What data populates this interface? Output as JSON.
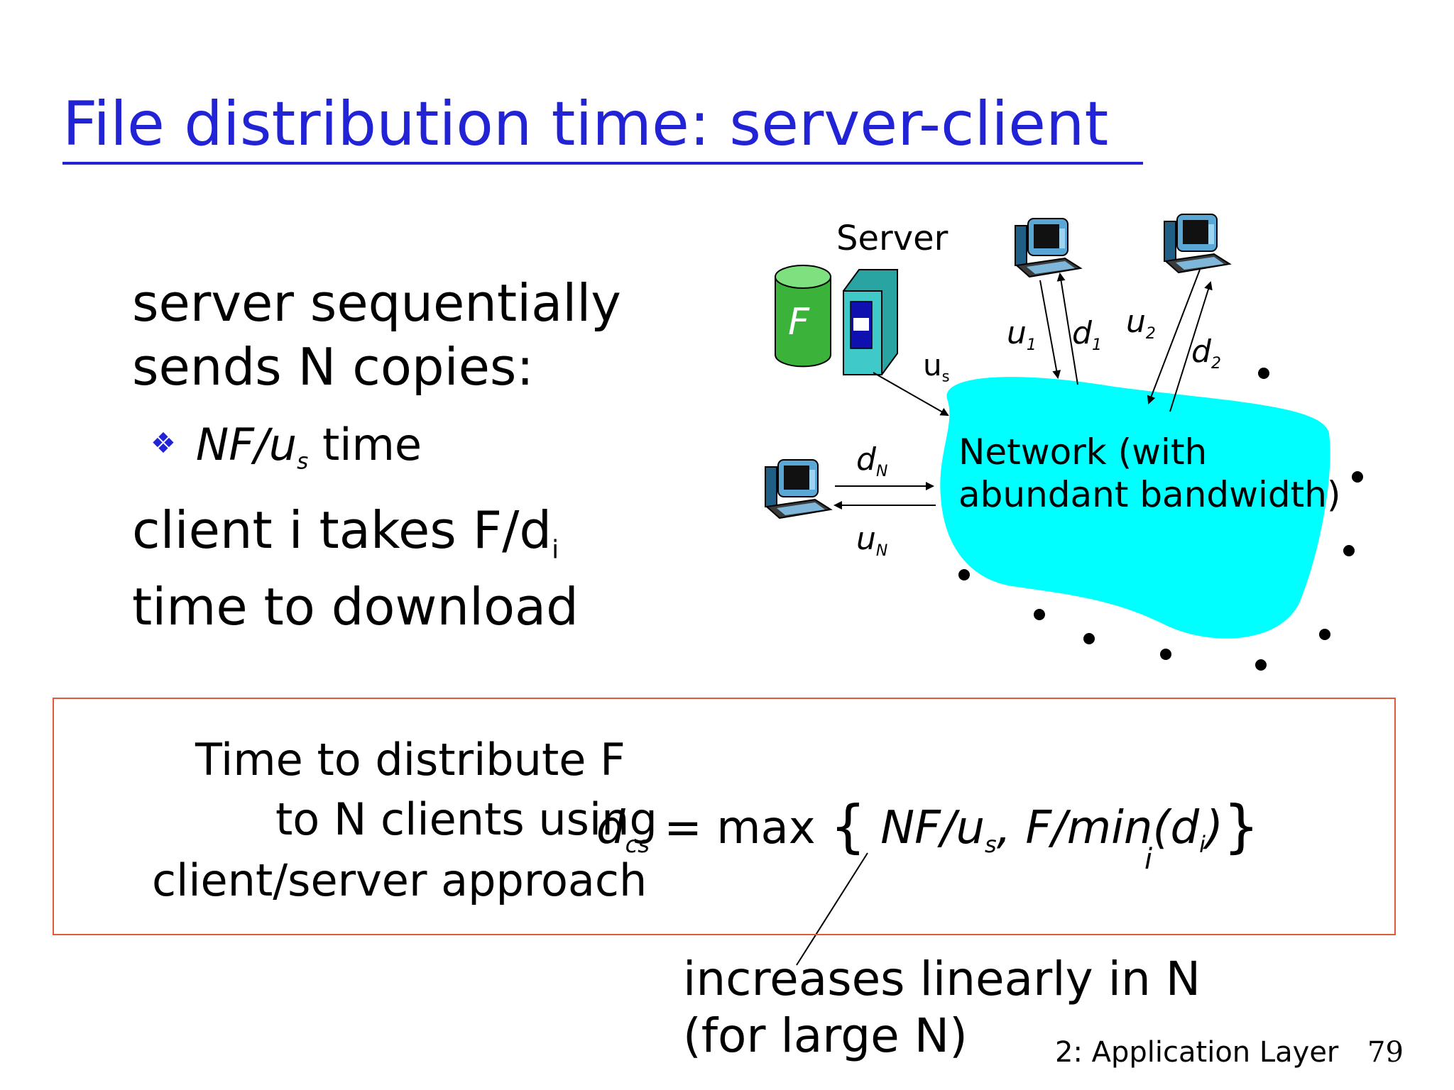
{
  "title": "File distribution time: server-client",
  "left_text": {
    "line1": "server sequentially",
    "line2": "sends N copies:",
    "bullet_glyph": "❖",
    "bullet_main": "NF/u",
    "bullet_sub": "s",
    "bullet_tail": " time",
    "client_line": "client i takes F/d",
    "client_sub": "i",
    "client_line2": "time to download"
  },
  "diagram": {
    "server_label": "Server",
    "file_label": "F",
    "network_line1": "Network (with",
    "network_line2": "abundant bandwidth)",
    "us_main": "u",
    "us_sub": "s",
    "u1_main": "u",
    "u1_sub": "1",
    "d1_main": "d",
    "d1_sub": "1",
    "u2_main": "u",
    "u2_sub": "2",
    "d2_main": "d",
    "d2_sub": "2",
    "dN_main": "d",
    "dN_sub": "N",
    "uN_main": "u",
    "uN_sub": "N",
    "colors": {
      "network_fill": "#00ffff",
      "server_fill": "#3fc9c9",
      "file_fill": "#3bb33b",
      "title_blue": "#2323d6",
      "box_border": "#e05a36"
    }
  },
  "formula_box": {
    "line1": "Time to  distribute F",
    "line2": "to N clients using",
    "line3": "client/server approach",
    "d_main": "d",
    "d_sub": "cs",
    "eq": " = max ",
    "brace_open": "{",
    "term1_main": " NF/u",
    "term1_sub": "s",
    "comma": ",",
    "term2_main": " F/min(d",
    "term2_sub": "i",
    "term2_close": ")",
    "brace_close": "}",
    "min_index": "i"
  },
  "annotation": {
    "line1": "increases linearly in N",
    "line2": "(for large N)"
  },
  "footer": {
    "label": "2: Application Layer",
    "page": "79"
  }
}
